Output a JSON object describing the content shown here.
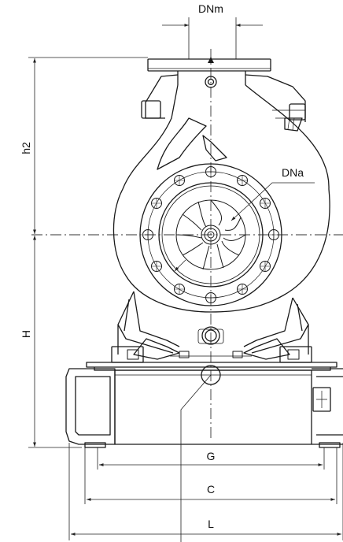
{
  "labels": {
    "dnm": "DNm",
    "dna": "DNa",
    "h2": "h2",
    "h": "H",
    "g": "G",
    "c": "C",
    "l": "L"
  },
  "colors": {
    "line": "#1a1a1a",
    "dim_line": "#222222",
    "background": "#ffffff"
  }
}
